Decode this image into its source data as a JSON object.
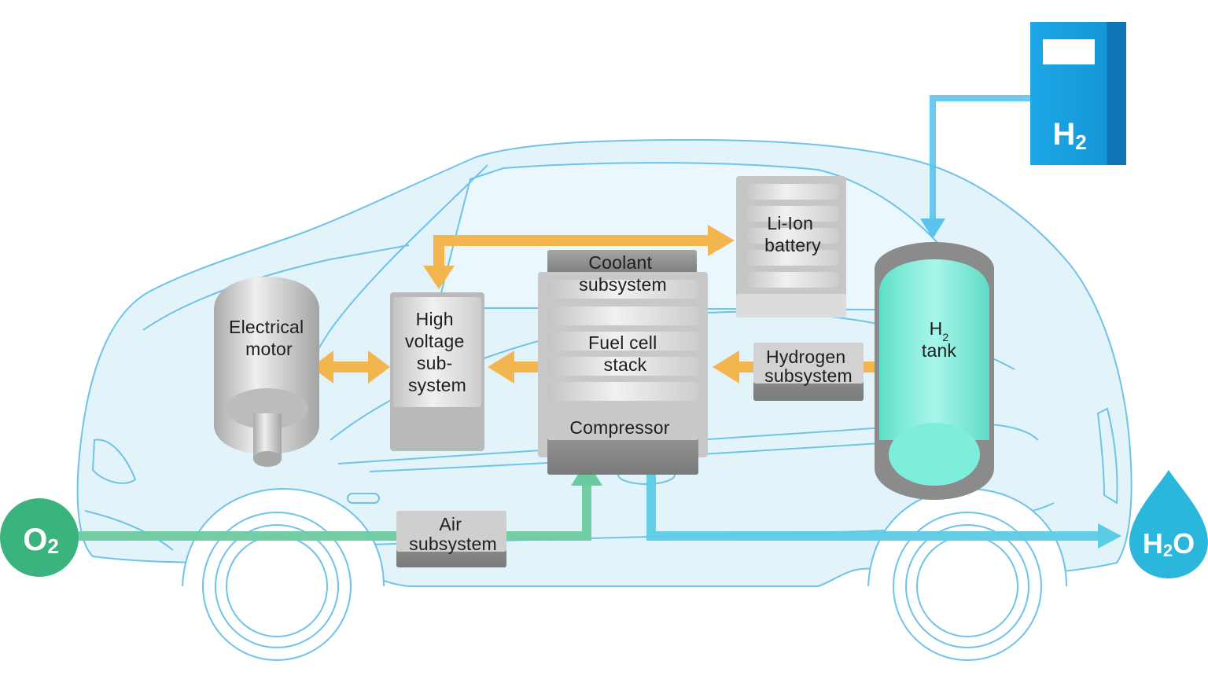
{
  "labels": {
    "electrical_motor": [
      "Electrical",
      "motor"
    ],
    "high_voltage": [
      "High",
      "voltage",
      "sub-",
      "system"
    ],
    "coolant": [
      "Coolant",
      "subsystem"
    ],
    "fuel_cell": [
      "Fuel cell",
      "stack"
    ],
    "compressor": "Compressor",
    "battery": [
      "Li-Ion",
      "battery"
    ],
    "hydrogen_subsystem": [
      "Hydrogen",
      "subsystem"
    ],
    "h2_tank": {
      "main": "H",
      "sub": "2",
      "line2": "tank"
    },
    "air_subsystem": [
      "Air",
      "subsystem"
    ],
    "o2": {
      "main": "O",
      "sub": "2"
    },
    "h2_station": {
      "main": "H",
      "sub": "2"
    },
    "h2o": {
      "main": "H",
      "sub": "2",
      "tail": "O"
    }
  },
  "colors": {
    "car_outline": "#6fc3e8",
    "car_fill": "#e2f3fa",
    "electric_flow": "#f3b54e",
    "air_flow": "#6ccaa0",
    "water_flow": "#5ccbe6",
    "hydrogen_pipe": "#5cc3ef",
    "station": "#1aa0e3",
    "o2_circle": "#3bb37f",
    "h2o_drop": "#2bb6dc",
    "tank": "#7eeedc"
  }
}
